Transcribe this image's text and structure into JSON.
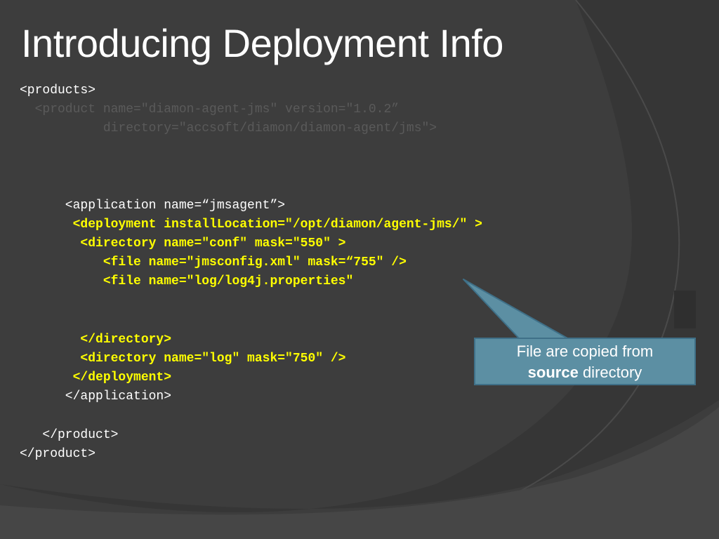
{
  "slide": {
    "title": "Introducing Deployment Info"
  },
  "code_lines": [
    {
      "id": "l1",
      "text": "<products>",
      "style": "normal"
    },
    {
      "id": "l2",
      "text": "  <product name=\"diamon-agent-jms\" version=\"1.0.2”",
      "style": "dim"
    },
    {
      "id": "l3",
      "text": "           directory=\"accsoft/diamon/diamon-agent/jms\">",
      "style": "dim"
    },
    {
      "id": "l4",
      "text": "      <application name=“jmsagent”>",
      "style": "normal"
    },
    {
      "id": "l5",
      "text": "       <deployment installLocation=\"/opt/diamon/agent-jms/\" >",
      "style": "hl"
    },
    {
      "id": "l6",
      "text": "        <directory name=\"conf\" mask=\"550\" >",
      "style": "hl"
    },
    {
      "id": "l7",
      "text": "           <file name=\"jmsconfig.xml\" mask=“755\" />",
      "style": "hl"
    },
    {
      "id": "l8",
      "text": "           <file name=\"log/log4j.properties\"",
      "style": "hl"
    },
    {
      "id": "l9",
      "text": "        </directory>",
      "style": "hl"
    },
    {
      "id": "l10",
      "text": "        <directory name=\"log\" mask=\"750\" />",
      "style": "hl"
    },
    {
      "id": "l11",
      "text": "       </deployment>",
      "style": "hl"
    },
    {
      "id": "l12",
      "text": "      </application>",
      "style": "normal"
    },
    {
      "id": "l13",
      "text": "   </product>",
      "style": "normal"
    },
    {
      "id": "l14",
      "text": "</product>",
      "style": "normal"
    }
  ],
  "callout": {
    "line1": "File are copied from",
    "bold": "source",
    "rest": " directory"
  },
  "colors": {
    "background": "#3d3d3d",
    "highlight": "#ffff00",
    "dim_text": "#5a5a5a",
    "callout_fill": "#5c8fa3",
    "callout_border": "#3f7088"
  }
}
